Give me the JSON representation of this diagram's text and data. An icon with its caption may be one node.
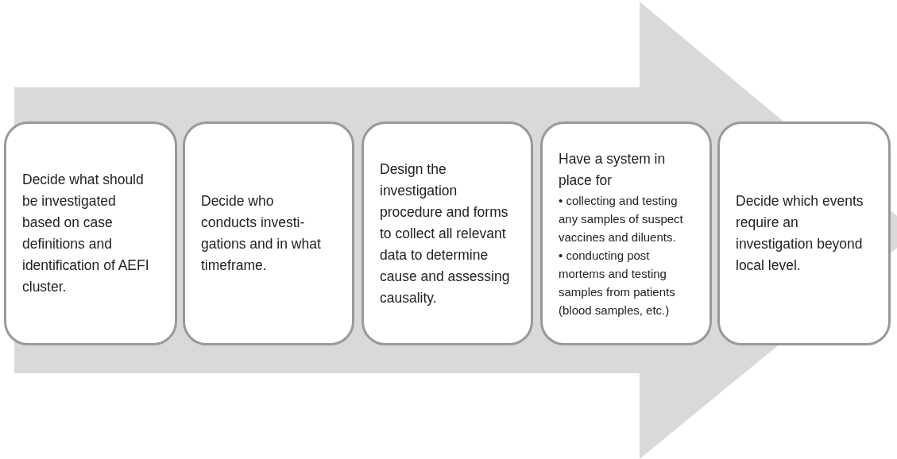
{
  "diagram": {
    "nodes": [
      {
        "text": [
          "Decide what should be investigated based on case definitions and identification of AEFI cluster."
        ]
      },
      {
        "text": [
          "Decide who conducts investi-gations and in what timeframe."
        ]
      },
      {
        "text": [
          "Design the investigation procedure and forms to collect all relevant data to determine cause and assessing causality."
        ]
      },
      {
        "text": [
          "Have a system in place for",
          "• collecting and testing any samples of suspect vaccines and diluents.",
          "• conducting post mortems and testing samples from patients (blood samples, etc.)"
        ]
      },
      {
        "text": [
          "Decide which events require an investigation beyond local level."
        ]
      }
    ],
    "edges": [
      {
        "from": 0,
        "to": 4,
        "arrow": "to"
      }
    ]
  }
}
